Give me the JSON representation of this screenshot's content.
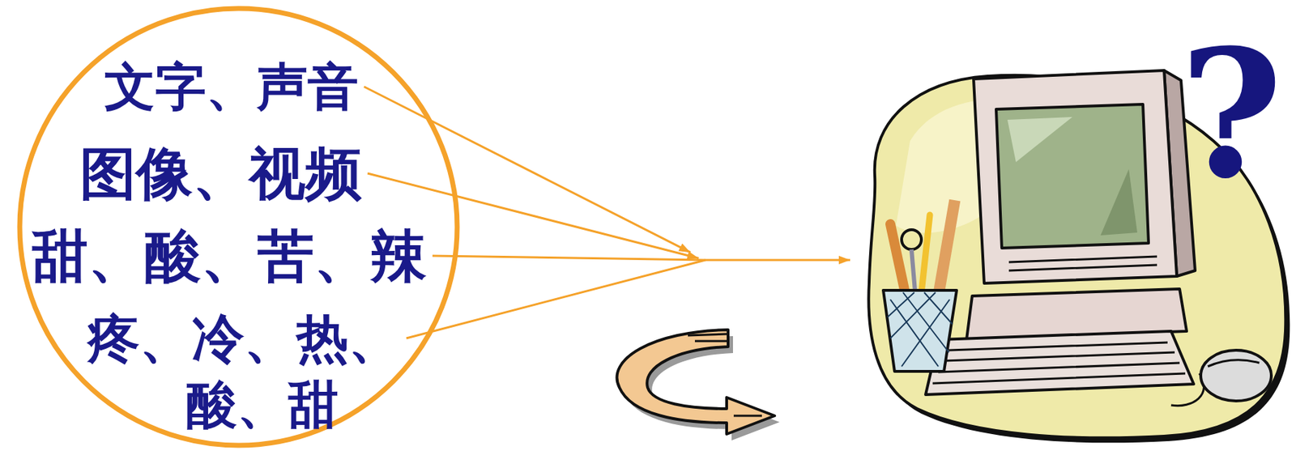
{
  "diagram": {
    "nodes": [
      {
        "text": [
          "文字、声音",
          "图像、视频",
          "甜、酸、苦、辣",
          "疼、冷、热、",
          "酸、甜"
        ]
      }
    ],
    "labels": [
      "?"
    ]
  }
}
